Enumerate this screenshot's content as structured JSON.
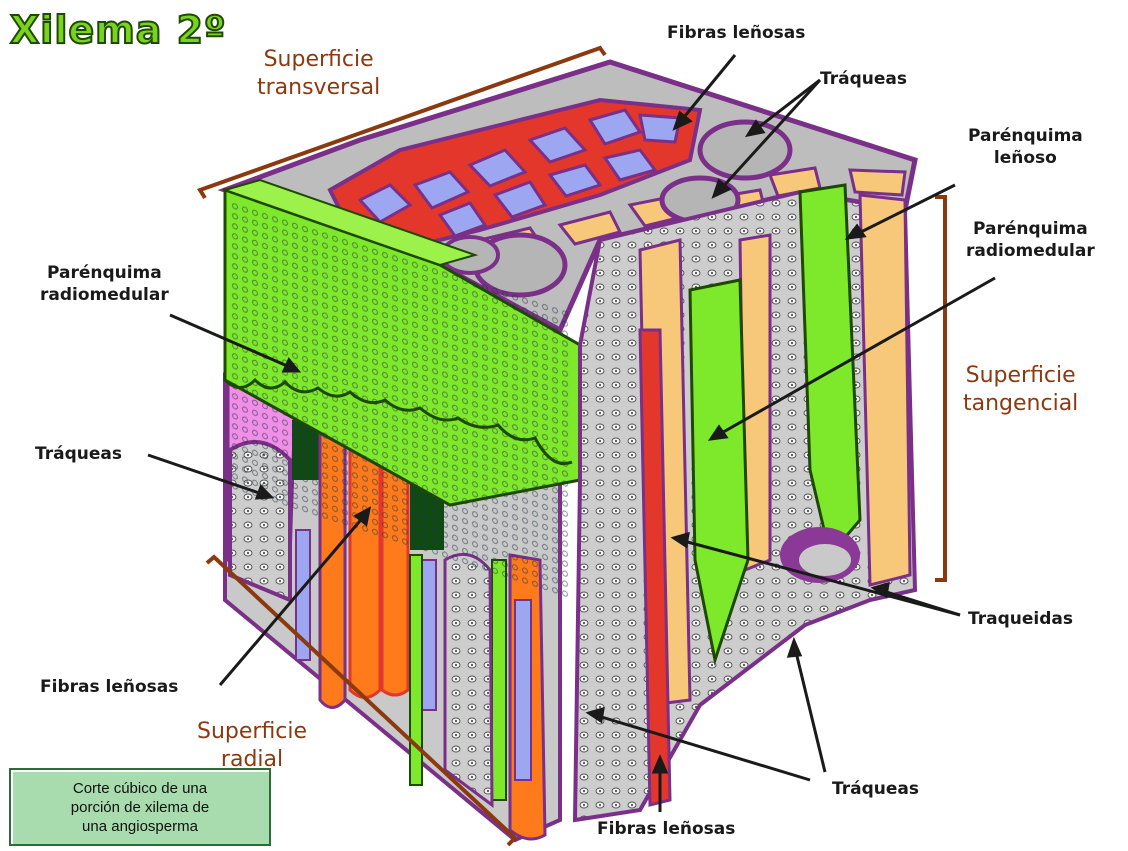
{
  "title": "Xilema 2º",
  "surfaces": {
    "transversal": [
      "Superficie",
      "transversal"
    ],
    "tangencial": [
      "Superficie",
      "tangencial"
    ],
    "radial": [
      "Superficie",
      "radial"
    ]
  },
  "labels": {
    "fibras_top": "Fibras leñosas",
    "traqueas_top": "Tráqueas",
    "parenquima_lenoso": [
      "Parénquima",
      "leñoso"
    ],
    "parenquima_radiomedular_right": [
      "Parénquima",
      "radiomedular"
    ],
    "parenquima_radiomedular_left": [
      "Parénquima",
      "radiomedular"
    ],
    "traqueas_left": "Tráqueas",
    "traqueidas": "Traqueidas",
    "fibras_left": "Fibras leñosas",
    "traqueas_bottom": "Tráqueas",
    "fibras_bottom": "Fibras leñosas"
  },
  "caption": [
    "Corte cúbico de una",
    "porción de xilema de",
    "una angiosperma"
  ],
  "colors": {
    "green": "#7ee82a",
    "red": "#e4372c",
    "purple": "#8a3a96",
    "lavender": "#9da6f0",
    "orange": "#ff7a1a",
    "tan": "#f7c77a",
    "pink": "#f08ee8",
    "gray": "#c9c9c9",
    "darkgreen": "#0f4a12",
    "bracket": "#8b3a10"
  }
}
